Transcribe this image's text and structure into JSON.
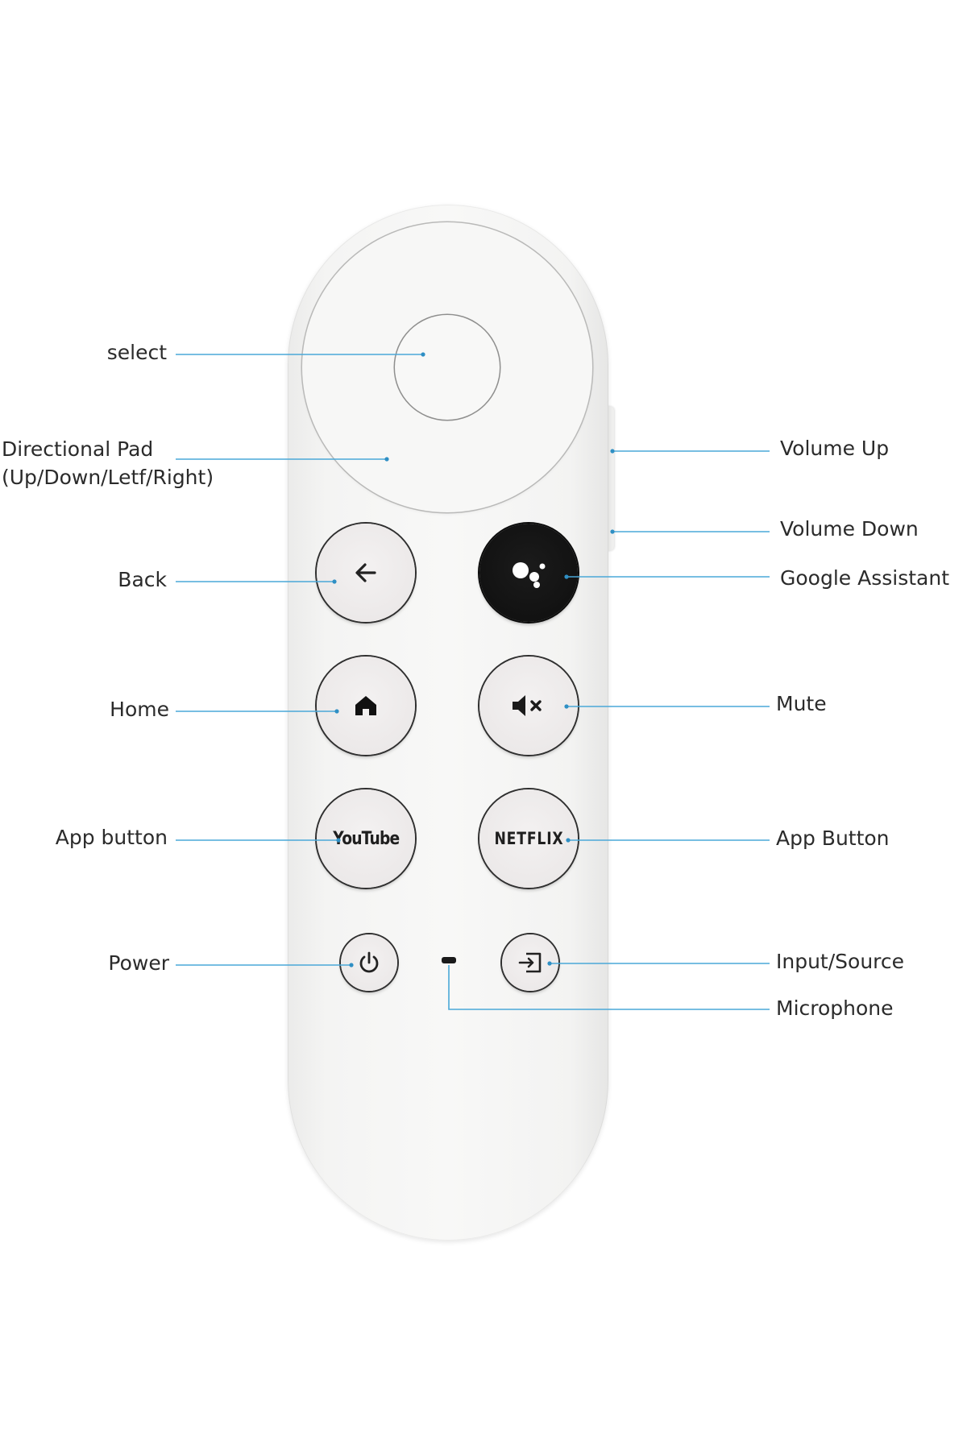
{
  "labels": {
    "select": "select",
    "dpad_line1": "Directional Pad",
    "dpad_line2": "(Up/Down/Letf/Right)",
    "back": "Back",
    "home": "Home",
    "app_left": "App button",
    "power": "Power",
    "volume_up": "Volume Up",
    "volume_down": "Volume Down",
    "google_assistant": "Google Assistant",
    "mute": "Mute",
    "app_right": "App Button",
    "input_source": "Input/Source",
    "microphone": "Microphone"
  },
  "buttons": {
    "youtube": "YouTube",
    "netflix": "NETFLIX"
  },
  "colors": {
    "leader_line": "#4aa8d8",
    "remote_body": "#f6f6f5",
    "assistant_button": "#111111"
  },
  "icons": {
    "back": "arrow-left-icon",
    "assistant": "google-assistant-dots-icon",
    "home": "home-icon",
    "mute": "speaker-mute-icon",
    "power": "power-icon",
    "input": "input-source-icon"
  }
}
